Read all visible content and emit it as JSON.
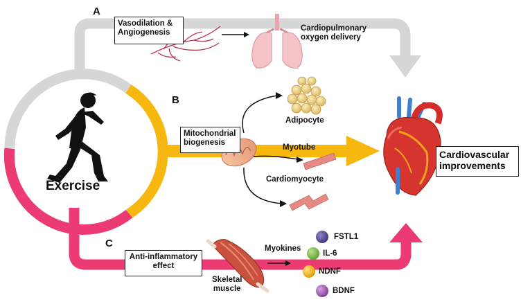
{
  "sections": {
    "a_letter": "A",
    "b_letter": "B",
    "c_letter": "C"
  },
  "labels": {
    "vasodilation": "Vasodilation &\nAngiogenesis",
    "cardiopulmonary": "Cardiopulmonary\noxygen delivery",
    "mitochondrial": "Mitochondrial\nbiogenesis",
    "adipocyte": "Adipocyte",
    "myotube": "Myotube",
    "cardiomyocyte": "Cardiomyocyte",
    "cardiovascular": "Cardiovascular\nimprovements",
    "exercise": "Exercise",
    "anti_inflammatory": "Anti-inflammatory\neffect",
    "skeletal_muscle": "Skeletal\nmuscle",
    "myokines": "Myokines"
  },
  "myokines": [
    {
      "name": "FSTL1",
      "color": "#4b3f86"
    },
    {
      "name": "IL-6",
      "color": "#7cbf4a"
    },
    {
      "name": "NDNF",
      "color": "#f2b61b"
    },
    {
      "name": "BDNF",
      "color": "#9b57b2"
    }
  ],
  "colors": {
    "pathway_a": "#d6d6d6",
    "pathway_b": "#f6b80f",
    "pathway_c": "#ec3a73",
    "runner": "#111111"
  },
  "icons": [
    "runner-icon",
    "blood-vessels-icon",
    "lungs-icon",
    "mitochondrion-icon",
    "adipocyte-cluster-icon",
    "myotube-icon",
    "cardiomyocyte-icon",
    "heart-icon",
    "skeletal-muscle-icon"
  ]
}
